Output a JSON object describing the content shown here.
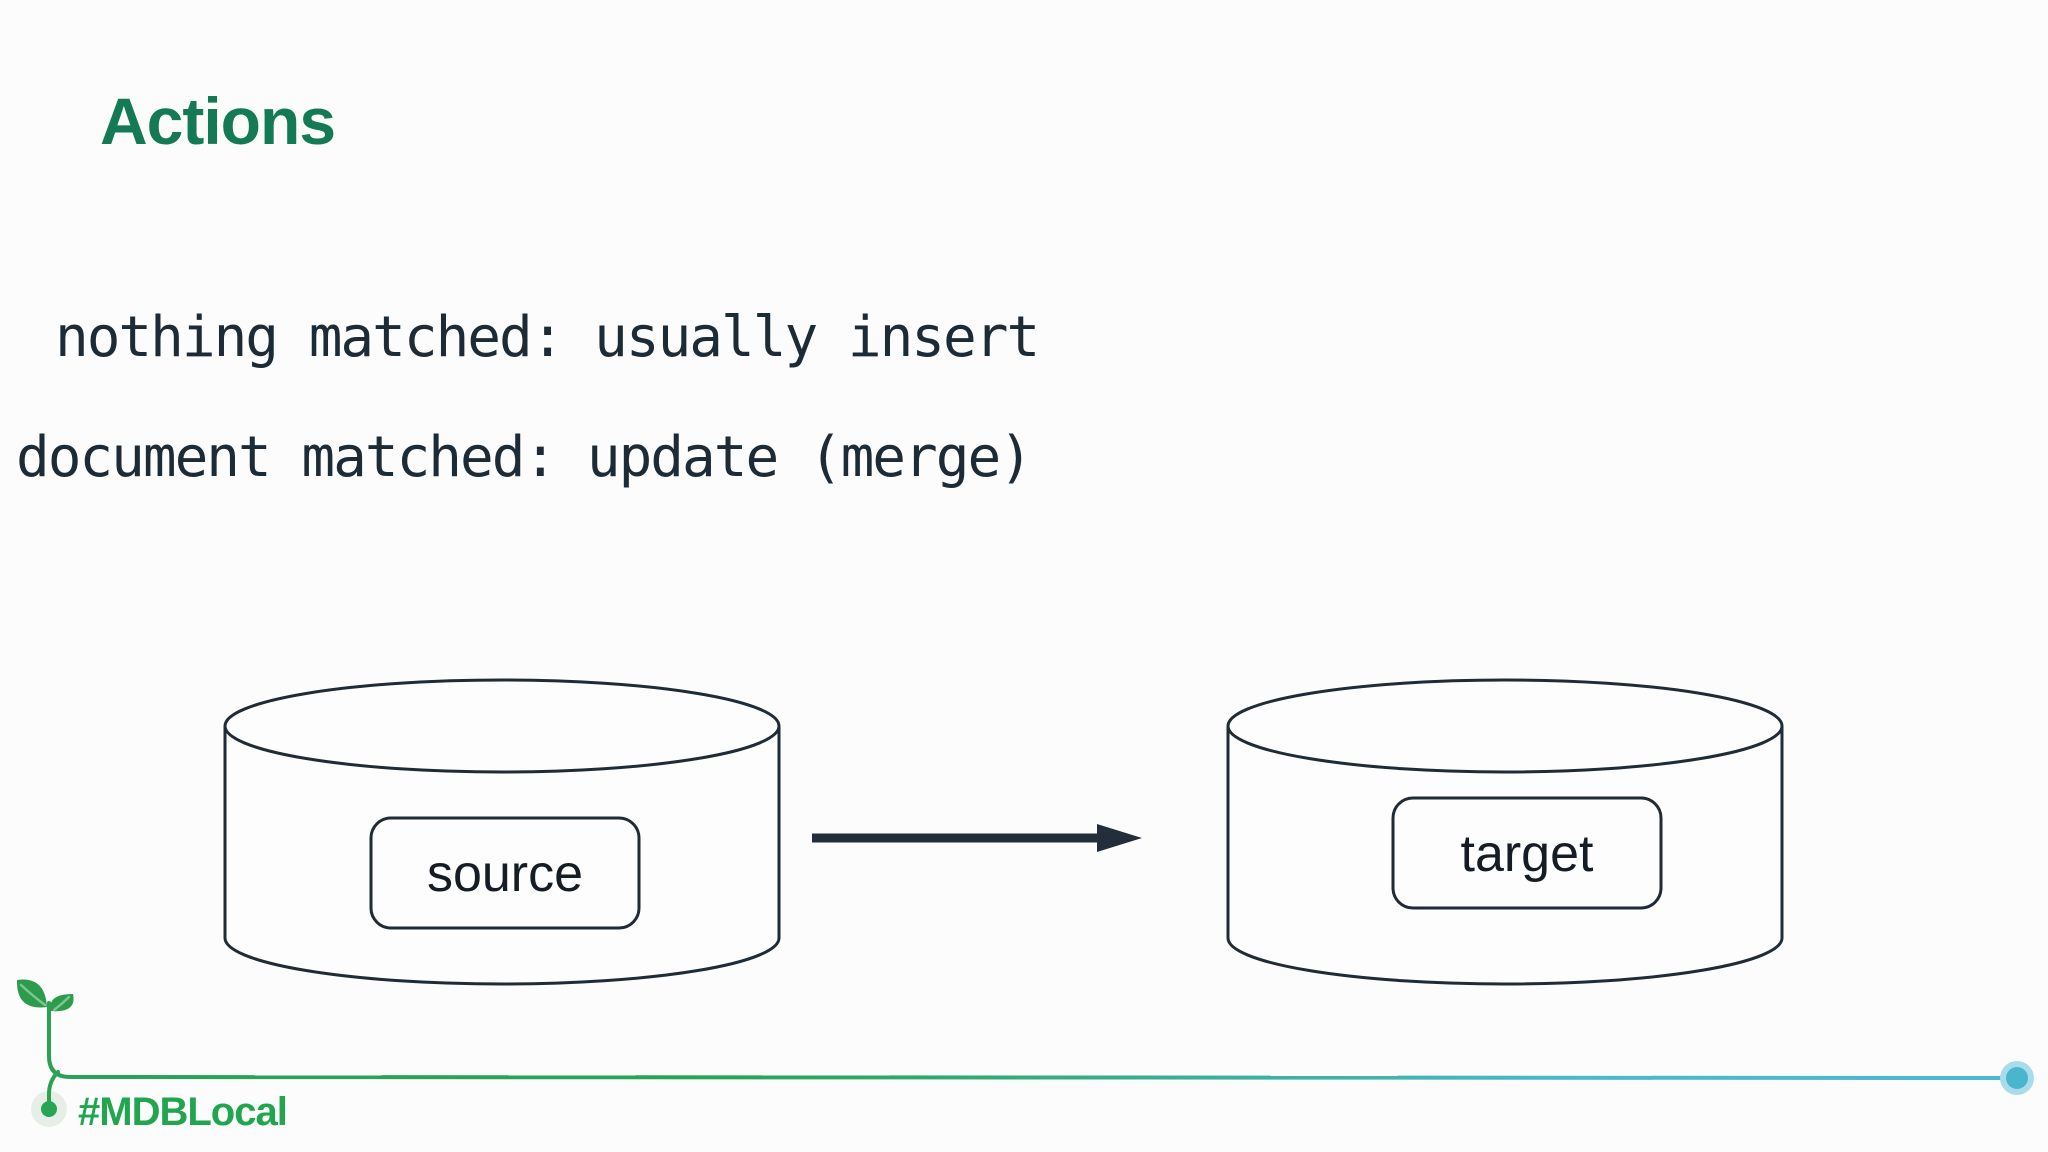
{
  "slide": {
    "title": "Actions",
    "bullets": [
      "nothing matched: usually insert",
      "document matched: update (merge)"
    ]
  },
  "diagram": {
    "nodes": [
      {
        "id": "source",
        "label": "source",
        "shape": "database-cylinder"
      },
      {
        "id": "target",
        "label": "target",
        "shape": "database-cylinder"
      }
    ],
    "edge": {
      "from": "source",
      "to": "target",
      "type": "arrow-right"
    }
  },
  "footer": {
    "hashtag": "#MDBLocal"
  },
  "colors": {
    "background": "#fcfcfc",
    "title_green": "#137a55",
    "body_text": "#1c2b35",
    "diagram_stroke": "#212b36",
    "label_text": "#151c24",
    "footer_green": "#27a556",
    "hashtag_green": "#21a64f",
    "footer_teal": "#4bb8ce",
    "teal_dot": "#49b6ce",
    "teal_halo": "#a9dcea",
    "green_halo": "#e7eee8",
    "leaf_green": "#2d9b4c"
  }
}
